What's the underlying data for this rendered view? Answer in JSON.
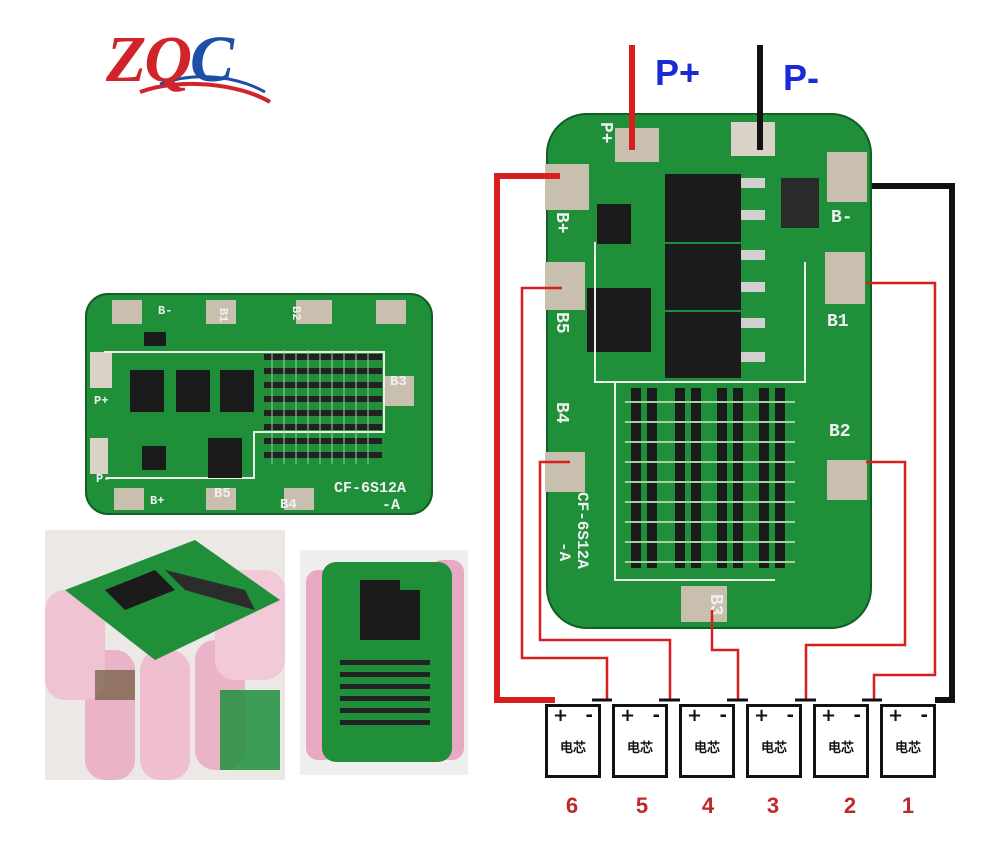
{
  "logo": {
    "text_primary": "ZQ",
    "text_secondary": "C"
  },
  "terminals": {
    "p_plus": "P+",
    "p_minus": "P-"
  },
  "cells": [
    {
      "label": "电芯",
      "plus": "+",
      "minus": "-",
      "number": "6"
    },
    {
      "label": "电芯",
      "plus": "+",
      "minus": "-",
      "number": "5"
    },
    {
      "label": "电芯",
      "plus": "+",
      "minus": "-",
      "number": "4"
    },
    {
      "label": "电芯",
      "plus": "+",
      "minus": "-",
      "number": "3"
    },
    {
      "label": "电芯",
      "plus": "+",
      "minus": "-",
      "number": "2"
    },
    {
      "label": "电芯",
      "plus": "+",
      "minus": "-",
      "number": "1"
    }
  ],
  "board_small": {
    "model": "CF-6S12A",
    "model_suffix": "-A",
    "pads": [
      "B-",
      "B1",
      "B2",
      "P+",
      "B3",
      "B4",
      "B5",
      "P-",
      "B+"
    ]
  },
  "board_large": {
    "model": "CF-6S12A",
    "model_suffix": "-A",
    "pads": [
      "P+",
      "B+",
      "B-",
      "B1",
      "B5",
      "B4",
      "B2",
      "B3"
    ]
  },
  "colors": {
    "wire_red": "#d81e1e",
    "wire_black": "#111111",
    "pcb_green": "#1f8f3a",
    "label_blue": "#1a2ad6",
    "cell_number_red": "#c0272d"
  }
}
